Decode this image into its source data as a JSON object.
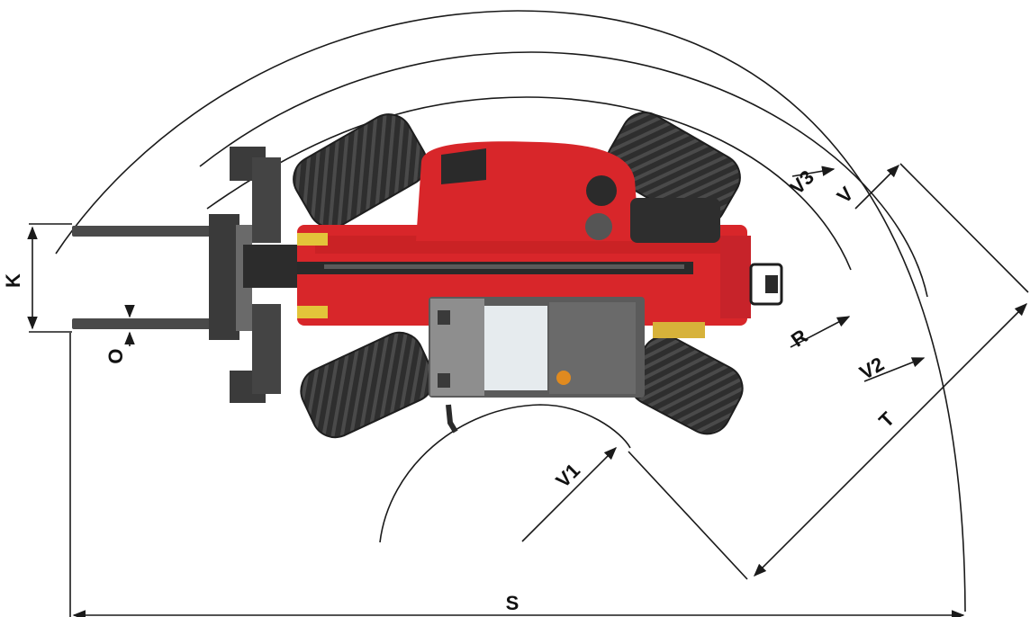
{
  "labels": {
    "K": "K",
    "O": "O",
    "S": "S",
    "T": "T",
    "R": "R",
    "V": "V",
    "V1": "V1",
    "V2": "V2",
    "V3": "V3"
  },
  "colors": {
    "machine_red": "#d8262a",
    "machine_dark_red": "#a81b1f",
    "tyre_dark": "#2b2b2b",
    "cab_grey": "#5b5b5b",
    "line": "#1a1a1a"
  }
}
